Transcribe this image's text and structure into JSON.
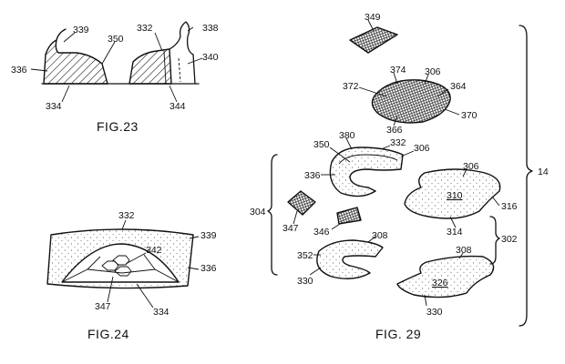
{
  "figures": {
    "fig23": {
      "caption": "FIG.23",
      "labels": {
        "l339": "339",
        "l332": "332",
        "l338": "338",
        "l350": "350",
        "l340": "340",
        "l336": "336",
        "l334": "334",
        "l344": "344"
      }
    },
    "fig24": {
      "caption": "FIG.24",
      "labels": {
        "l332": "332",
        "l339": "339",
        "l342": "342",
        "l336": "336",
        "l347": "347",
        "l334": "334"
      }
    },
    "fig29": {
      "caption": "FIG. 29",
      "labels": {
        "l349": "349",
        "l374": "374",
        "l306a": "306",
        "l372": "372",
        "l364": "364",
        "l366": "366",
        "l370": "370",
        "l380": "380",
        "l332": "332",
        "l350": "350",
        "l306b": "306",
        "l336": "336",
        "l306c": "306",
        "l310": "310",
        "l316": "316",
        "l314": "314",
        "l14": "14",
        "l304": "304",
        "l347": "347",
        "l346": "346",
        "l308a": "308",
        "l352": "352",
        "l330a": "330",
        "l302": "302",
        "l308b": "308",
        "l326": "326",
        "l330b": "330"
      }
    }
  }
}
